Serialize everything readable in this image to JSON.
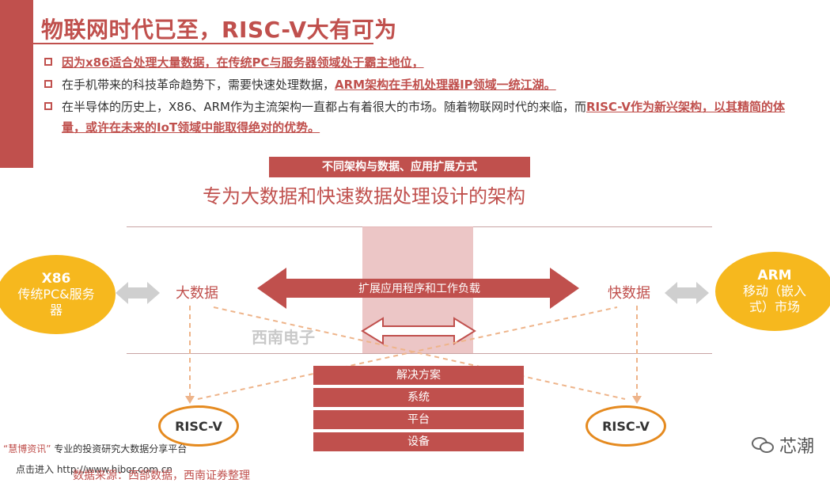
{
  "title": "物联网时代已至，RISC-V大有可为",
  "bullets": [
    {
      "text": "",
      "highlight": "因为x86适合处理大量数据，在传统PC与服务器领域处于霸主地位，"
    },
    {
      "text": "在手机带来的科技革命趋势下，需要快速处理数据，",
      "highlight": "ARM架构在手机处理器IP领域一统江湖。"
    },
    {
      "text": "在半导体的历史上，X86、ARM作为主流架构一直都占有着很大的市场。随着物联网时代的来临，而",
      "highlight": "RISC-V作为新兴架构，以其精简的体量，或许在未来的IoT领域中能取得绝对的优势。"
    }
  ],
  "diagram": {
    "label": "不同架构与数据、应用扩展方式",
    "subtitle": "专为大数据和快速数据处理设计的架构",
    "left_circle": {
      "line1": "X86",
      "line2": "传统PC&服务器"
    },
    "right_circle": {
      "line1": "ARM",
      "line2": "移动（嵌入式）市场"
    },
    "big_data": "大数据",
    "fast_data": "快数据",
    "arrow_label": "扩展应用程序和工作负载",
    "watermark": "西南电子",
    "stack": [
      "解决方案",
      "系统",
      "平台",
      "设备"
    ],
    "risc_left": "RISC-V",
    "risc_right": "RISC-V"
  },
  "footer": {
    "brand": "“慧博资讯”",
    "platform": "专业的投资研究大数据分享平台",
    "link": "点击进入 http://www.hibor.com.cn",
    "source": "数据来源：西部数据，西南证券整理"
  },
  "logo": "芯潮",
  "colors": {
    "accent": "#c0504d",
    "circle": "#f6b81e",
    "risc_border": "#e58a1f"
  }
}
